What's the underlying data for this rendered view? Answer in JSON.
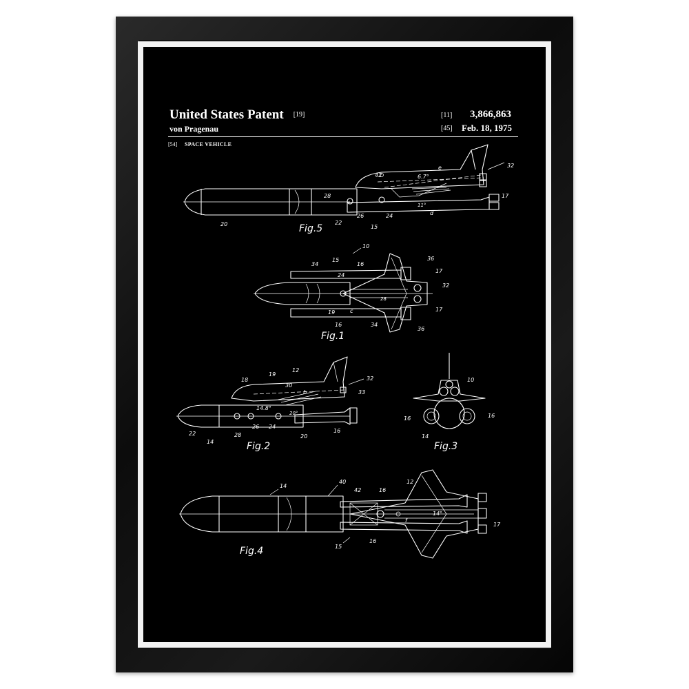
{
  "patent": {
    "office": "United States Patent",
    "office_code": "[19]",
    "inventor": "von Pragenau",
    "number_code": "[11]",
    "number": "3,866,863",
    "date_code": "[45]",
    "date": "Feb. 18, 1975",
    "title_code": "[54]",
    "title": "SPACE VEHICLE"
  },
  "figures": {
    "fig5": "Fig.5",
    "fig1": "Fig.1",
    "fig2": "Fig.2",
    "fig3": "Fig.3",
    "fig4": "Fig.4"
  },
  "annotations": {
    "fig5": {
      "n42": "42",
      "n32": "32",
      "e": "e",
      "angle": "6.7°",
      "angle2": "11°",
      "n28": "28",
      "n26": "26",
      "n24": "24",
      "d": "d",
      "n17": "17",
      "n20": "20",
      "n22": "22",
      "n15": "15"
    },
    "fig1": {
      "n10": "10",
      "n34": "34",
      "n15": "15",
      "n16": "16",
      "n24": "24",
      "n36": "36",
      "n17": "17",
      "n32": "32",
      "n28": "28",
      "n19": "19",
      "c": "c",
      "n16b": "16",
      "n34b": "34",
      "n17b": "17",
      "n36b": "36"
    },
    "fig2": {
      "n18": "18",
      "n19": "19",
      "n12": "12",
      "n30": "30",
      "n32": "32",
      "b": "b",
      "n33": "33",
      "angle": "14.8°",
      "angle2": "20°",
      "n22": "22",
      "n14": "14",
      "n28": "28",
      "n26": "26",
      "n24": "24",
      "n20": "20",
      "n16": "16"
    },
    "fig3": {
      "n10": "10",
      "n16a": "16",
      "n16b": "16",
      "n14": "14"
    },
    "fig4": {
      "n14": "14",
      "n40": "40",
      "n42": "42",
      "n16": "16",
      "n12": "12",
      "angle": "14°",
      "f": "f",
      "n17": "17",
      "n15": "15",
      "n16b": "16"
    }
  }
}
